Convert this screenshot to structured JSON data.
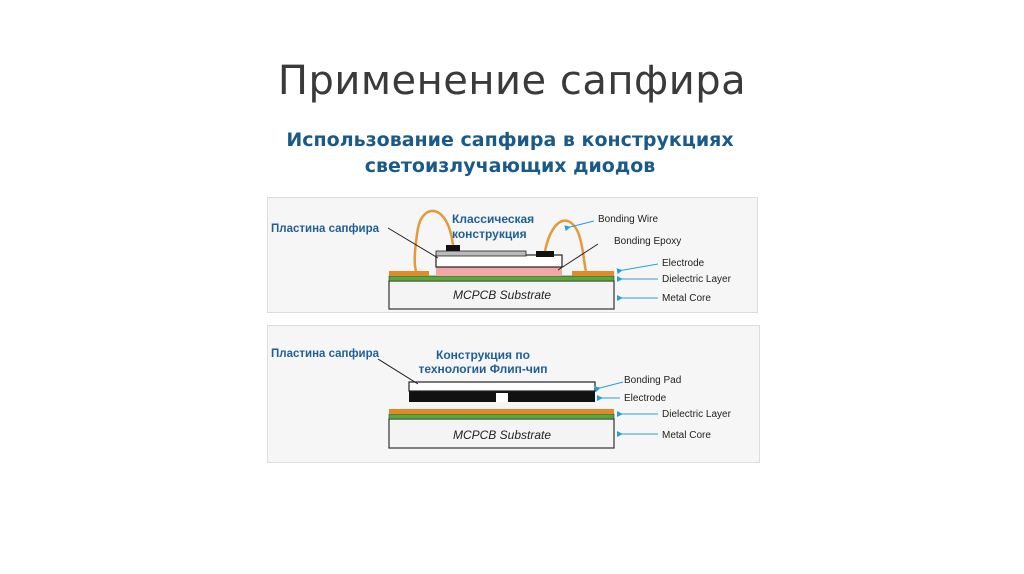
{
  "slide": {
    "title": "Применение сапфира",
    "subtitle_line1": "Использование сапфира в конструкциях",
    "subtitle_line2": "светоизлучающих диодов"
  },
  "diagram_classic": {
    "sapphire_label": "Пластина сапфира",
    "construction_line1": "Классическая",
    "construction_line2": "конструкция",
    "bonding_wire": "Bonding Wire",
    "bonding_epoxy": "Bonding Epoxy",
    "electrode": "Electrode",
    "dielectric": "Dielectric Layer",
    "metal_core": "Metal Core",
    "substrate": "MCPCB Substrate"
  },
  "diagram_flip": {
    "sapphire_label": "Пластина сапфира",
    "construction_line1": "Конструкция по",
    "construction_line2": "технологии Флип-чип",
    "bonding_pad": "Bonding Pad",
    "electrode": "Electrode",
    "dielectric": "Dielectric Layer",
    "metal_core": "Metal Core",
    "substrate": "MCPCB Substrate"
  },
  "colors": {
    "title": "#3a3a3a",
    "subtitle": "#1a5a8a",
    "label_blue": "#1f5f99",
    "arrow": "#2a9fd6",
    "wire": "#e39a3a",
    "electrode_orange": "#e08a2a",
    "dielectric_green": "#5ba83a",
    "epoxy_pink": "#f2a6a6"
  }
}
